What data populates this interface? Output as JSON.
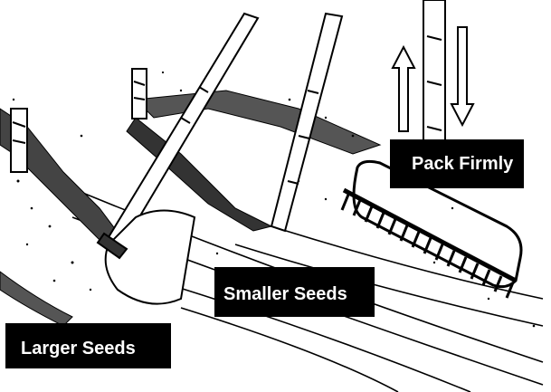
{
  "labels": {
    "pack": "Pack Firmly",
    "smaller": "Smaller Seeds",
    "larger": "Larger Seeds"
  },
  "colors": {
    "ink": "#000000",
    "paper": "#ffffff",
    "label_bg": "#000000",
    "label_text": "#ffffff"
  }
}
